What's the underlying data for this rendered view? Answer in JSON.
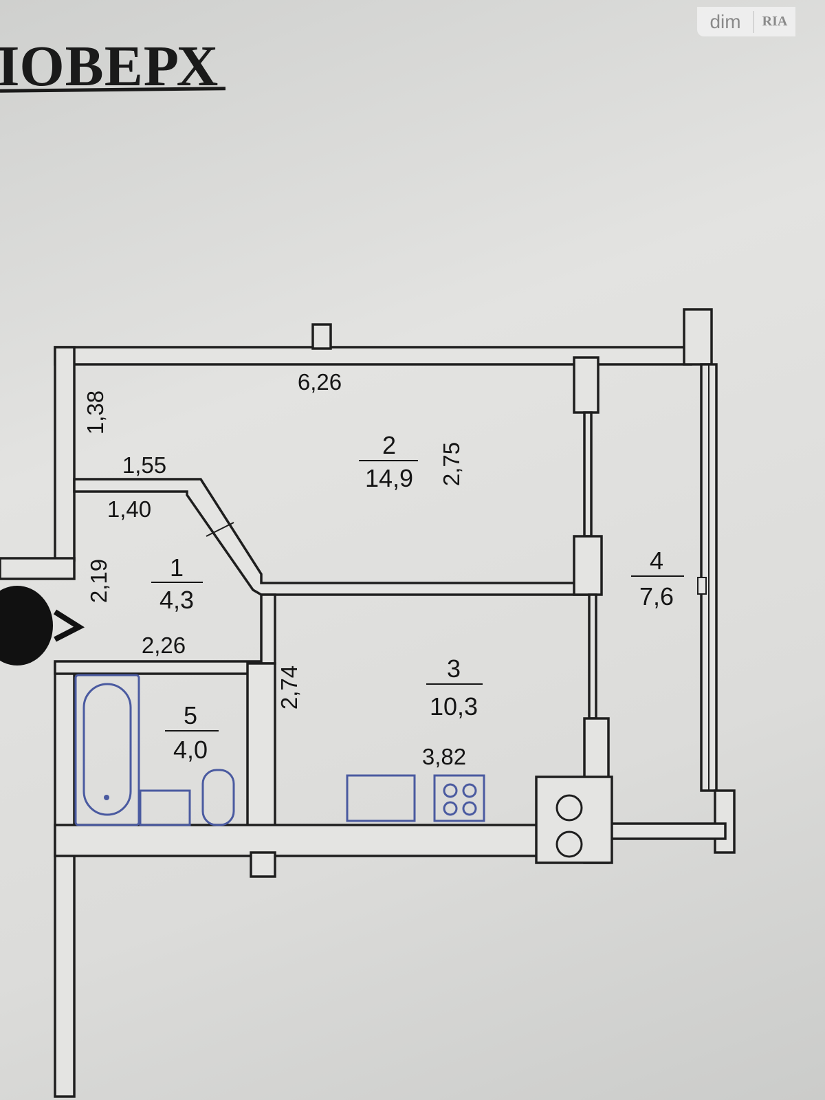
{
  "heading": {
    "title": "ПОВЕРХ"
  },
  "watermark": {
    "brand": "dim",
    "partner": "RIA"
  },
  "rooms": [
    {
      "number": "1",
      "area": "4,3"
    },
    {
      "number": "2",
      "area": "14,9"
    },
    {
      "number": "3",
      "area": "10,3"
    },
    {
      "number": "4",
      "area": "7,6"
    },
    {
      "number": "5",
      "area": "4,0"
    }
  ],
  "dimensions": {
    "room2_width": "6,26",
    "room2_niche_depth": "1,38",
    "room2_niche_width": "1,55",
    "room2_depth": "2,75",
    "hall_width": "1,40",
    "hall_depth": "2,19",
    "bath_width": "2,26",
    "kitchen_depth": "2,74",
    "kitchen_width": "3,82"
  },
  "colors": {
    "ink": "#1e1e1e",
    "fixtures": "#4a5aa0",
    "paper": "#dcdcda"
  }
}
